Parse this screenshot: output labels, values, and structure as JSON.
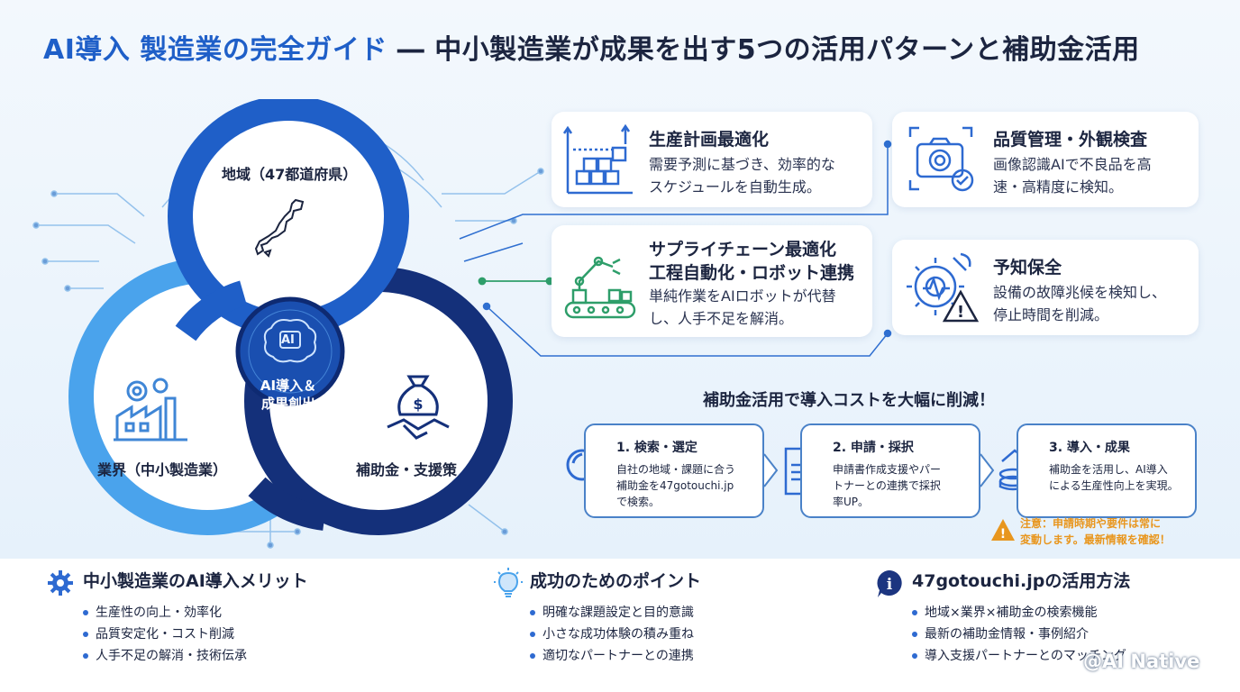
{
  "title": {
    "part1": "AI導入 製造業の完全ガイド",
    "dash": " ― ",
    "part2": "中小製造業が成果を出す5つの活用パターンと補助金活用"
  },
  "diagram": {
    "region_label": "地域（47都道府県）",
    "industry_label": "業界（中小製造業）",
    "subsidy_label": "補助金・支援策",
    "center_icon_text": "AI",
    "center_label": "AI導入＆\n成果創出"
  },
  "patterns": [
    {
      "title": "生産計画最適化",
      "desc": "需要予測に基づき、効率的な\nスケジュールを自動生成。",
      "icon": "production-chart-icon"
    },
    {
      "title": "品質管理・外観検査",
      "desc": "画像認識AIで不良品を高\n速・高精度に検知。",
      "icon": "camera-check-icon"
    },
    {
      "title": "サプライチェーン最適化\n工程自動化・ロボット連携",
      "desc": "単純作業をAIロボットが代替\nし、人手不足を解消。",
      "icon": "robot-arm-icon"
    },
    {
      "title": "予知保全",
      "desc": "設備の故障兆候を検知し、\n停止時間を削減。",
      "icon": "gear-warning-icon"
    }
  ],
  "subsidy": {
    "heading": "補助金活用で導入コストを大幅に削減！",
    "steps": [
      {
        "title": "1. 検索・選定",
        "desc": "自社の地域・課題に合う\n補助金を47gotouchi.jp\nで検索。",
        "icon": "magnifier-icon"
      },
      {
        "title": "2. 申請・採択",
        "desc": "申請書作成支援やパー\nトナーとの連携で採択\n率UP。",
        "icon": "document-pen-icon"
      },
      {
        "title": "3. 導入・成果",
        "desc": "補助金を活用し、AI導入\nによる生産性向上を実現。",
        "icon": "coins-growth-icon"
      }
    ],
    "note": "注意：申請時期や要件は常に\n変動します。最新情報を確認！"
  },
  "bottom": [
    {
      "heading": "中小製造業のAI導入メリット",
      "icon": "gear-icon",
      "items": [
        "生産性の向上・効率化",
        "品質安定化・コスト削減",
        "人手不足の解消・技術伝承"
      ]
    },
    {
      "heading": "成功のためのポイント",
      "icon": "lightbulb-icon",
      "items": [
        "明確な課題設定と目的意識",
        "小さな成功体験の積み重ね",
        "適切なパートナーとの連携"
      ]
    },
    {
      "heading": "47gotouchi.jpの活用方法",
      "icon": "info-icon",
      "items": [
        "地域×業界×補助金の検索機能",
        "最新の補助金情報・事例紹介",
        "導入支援パートナーとのマッチング"
      ]
    }
  ],
  "watermark": "@AI Native",
  "colors": {
    "primary": "#1f5fc8",
    "dark_navy": "#14307a",
    "light_blue": "#4aa3ec",
    "accent_orange": "#e8961e",
    "green": "#2e9e6a"
  }
}
